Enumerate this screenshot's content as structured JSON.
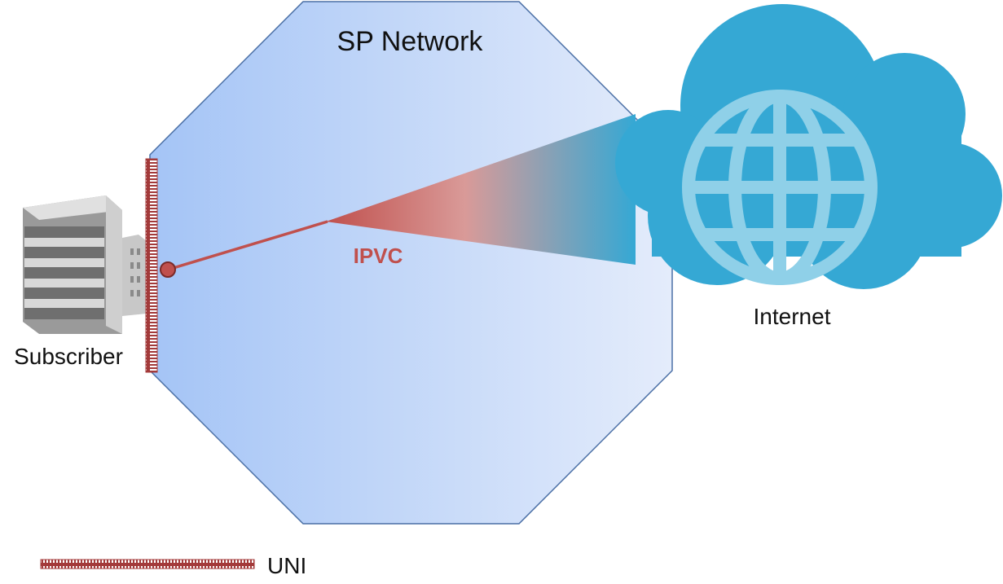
{
  "network": {
    "label": "SP Network"
  },
  "subscriber": {
    "label": "Subscriber"
  },
  "internet": {
    "label": "Internet"
  },
  "ipvc": {
    "label": "IPVC"
  },
  "legend": {
    "uni_label": "UNI"
  },
  "colors": {
    "octagon_fill_dark": "#a9c7f7",
    "octagon_fill_light": "#e3ebfb",
    "octagon_stroke": "#4a6fa5",
    "uni": "#a33a3a",
    "ipvc": "#c0504d",
    "cloud": "#35a8d4",
    "globe": "#8fd0e8"
  }
}
